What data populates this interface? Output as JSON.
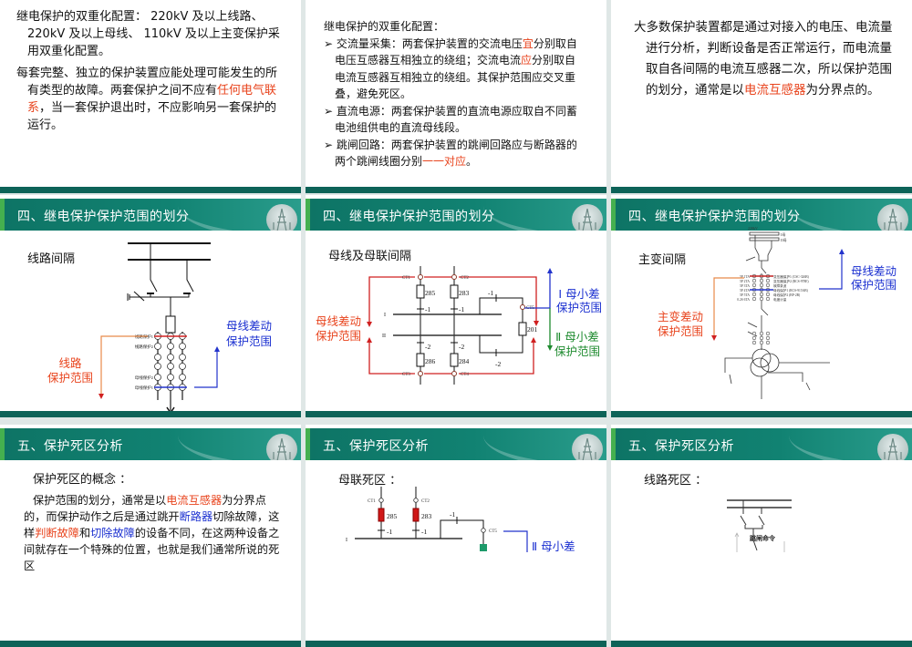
{
  "colors": {
    "header": "#118272",
    "header_accent": "#45b04f",
    "highlight_red": "#e8431c",
    "highlight_blue": "#1a2fd0",
    "highlight_green": "#1d8a2e",
    "bottom_bar": "#0d6358"
  },
  "slides": {
    "s1": {
      "p1": "继电保护的双重化配置： 220kV 及以上线路、 220kV 及以上母线、 110kV 及以上主变保护采用双重化配置。",
      "p2": [
        "每套完整、独立的保护装置应能处理可能发生的所有类型的故障。两套保护之间不应有",
        "任何电气联系",
        "，当一套保护退出时，不应影响另一套保护的运行。"
      ]
    },
    "s2": {
      "title": "继电保护的双重化配置：",
      "bullet_marker": "➢",
      "b1": [
        "交流量采集：两套保护装置的交流电压",
        "宜",
        "分别取自电压互感器互相独立的绕组；交流电流",
        "应",
        "分别取自电流互感器互相独立的绕组。其保护范围应交叉重叠，避免死区。"
      ],
      "b2": "直流电源：两套保护装置的直流电源应取自不同蓄电池组供电的直流母线段。",
      "b3": [
        "跳闸回路：两套保护装置的跳闸回路应与断路器的两个跳闸线圈分别",
        "一一对应",
        "。"
      ]
    },
    "s3": {
      "p": [
        "大多数保护装置都是通过对接入的电压、电流量进行分析，判断设备是否正常运行，而电流量取自各间隔的电流互感器二次，所以保护范围的划分，通常是以",
        "电流互感器",
        "为分界点的。"
      ]
    },
    "s4": {
      "header": "四、继电保护保护范围的划分",
      "label": "线路间隔",
      "ct_labels": [
        "线路保护1",
        "线路保护2",
        "母线保护2",
        "母线保护1"
      ],
      "red_scope": [
        "线路",
        "保护范围"
      ],
      "blue_scope": [
        "母线差动",
        "保护范围"
      ]
    },
    "s5": {
      "header": "四、继电保护保护范围的划分",
      "label": "母线及母联间隔",
      "ct": [
        "CT1",
        "CT2",
        "CT3",
        "CT4",
        "CT5"
      ],
      "breakers": [
        "285",
        "283",
        "286",
        "284",
        "201"
      ],
      "switch_1": "-1",
      "switch_2": "-2",
      "bus_1": "I",
      "bus_2": "II",
      "scope_bus1": [
        "Ⅰ 母小差",
        "保护范围"
      ],
      "scope_bus2": [
        "Ⅱ 母小差",
        "保护范围"
      ],
      "scope_busdiff": [
        "母线差动",
        "保护范围"
      ]
    },
    "s6": {
      "header": "四、继电保护保护范围的划分",
      "label": "主变间隔",
      "bus_labels": [
        "220kV",
        "I母",
        "II母"
      ],
      "ta_labels": [
        "5P 1TA",
        "5P 2TA",
        "5P 3TA",
        "5P 4TA",
        "5P 5TA",
        "0.2S 6TA"
      ],
      "device_labels": [
        "变压器保护1 (CSC-326B)",
        "变压器保护2 (RCS-978E)",
        "故障录波",
        "母线保护1 (RCS-915AB)",
        "母线保护2 (BP-2B)",
        "电度计量"
      ],
      "blue_scope": [
        "母线差动",
        "保护范围"
      ],
      "red_scope": [
        "主变差动",
        "保护范围"
      ]
    },
    "s7": {
      "header": "五、保护死区分析",
      "title": "保护死区的概念 ：",
      "p": [
        "保护范围的划分，通常是以",
        "电流互感器",
        "为分界点的，而保护动作之后是通过跳开",
        "断路器",
        "切除故障，这样",
        "判断故障",
        "和",
        "切除故障",
        "的设备不同，在这两种设备之间就存在一个特殊的位置，也就是我们通常所说的死区"
      ]
    },
    "s8": {
      "header": "五、保护死区分析",
      "title": "母联死区 ：",
      "ct": [
        "CT1",
        "CT2",
        "CT5"
      ],
      "breakers": [
        "285",
        "283"
      ],
      "switch_1": "-1",
      "bus_1": "I",
      "scope_bus2": "Ⅱ 母小差"
    },
    "s9": {
      "header": "五、保护死区分析",
      "title": "线路死区 ：",
      "trip_cmd": "跳闸命令"
    }
  }
}
